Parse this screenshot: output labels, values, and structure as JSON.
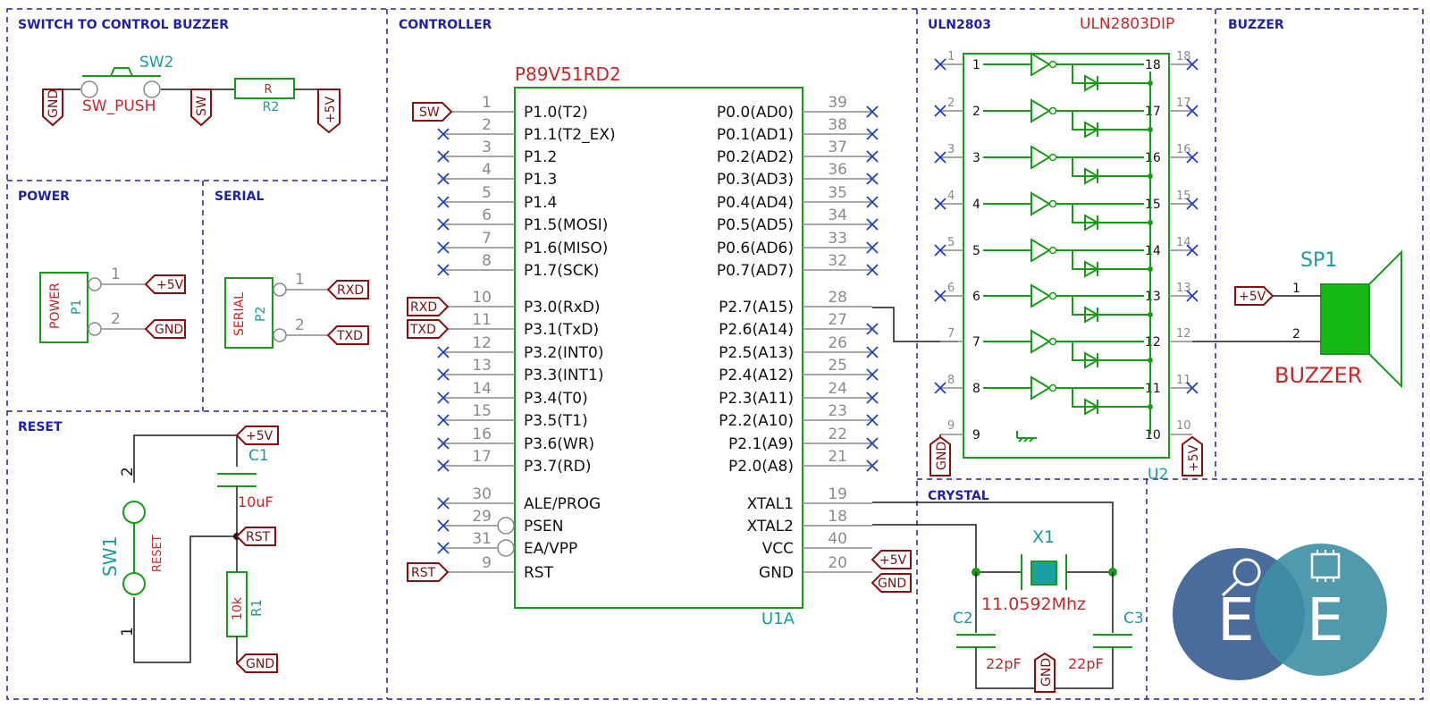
{
  "sections": {
    "switch": "SWITCH TO CONTROL BUZZER",
    "controller": "CONTROLLER",
    "uln": "ULN2803",
    "buzzer": "BUZZER",
    "power": "POWER",
    "serial": "SERIAL",
    "reset": "RESET",
    "crystal": "CRYSTAL"
  },
  "sw2": {
    "ref": "SW2",
    "value": "SW_PUSH"
  },
  "r2": {
    "value": "R",
    "ref": "R2"
  },
  "p1": {
    "value": "POWER",
    "ref": "P1",
    "pins": [
      "1",
      "2"
    ]
  },
  "p2": {
    "value": "SERIAL",
    "ref": "P2",
    "pins": [
      "1",
      "2"
    ]
  },
  "reset_block": {
    "c1_ref": "C1",
    "c1_value": "10uF",
    "r1_ref": "R1",
    "r1_value": "10k",
    "sw1_ref": "SW1",
    "sw1_value": "RESET",
    "pin2": "2",
    "pin1": "1"
  },
  "u1": {
    "part": "P89V51RD2",
    "ref": "U1A",
    "left_pins": [
      {
        "num": "1",
        "name": "P1.0(T2)"
      },
      {
        "num": "2",
        "name": "P1.1(T2_EX)"
      },
      {
        "num": "3",
        "name": "P1.2"
      },
      {
        "num": "4",
        "name": "P1.3"
      },
      {
        "num": "5",
        "name": "P1.4"
      },
      {
        "num": "6",
        "name": "P1.5(MOSI)"
      },
      {
        "num": "7",
        "name": "P1.6(MISO)"
      },
      {
        "num": "8",
        "name": "P1.7(SCK)"
      },
      {
        "num": "10",
        "name": "P3.0(RxD)"
      },
      {
        "num": "11",
        "name": "P3.1(TxD)"
      },
      {
        "num": "12",
        "name": "P3.2(INT0)"
      },
      {
        "num": "13",
        "name": "P3.3(INT1)"
      },
      {
        "num": "14",
        "name": "P3.4(T0)"
      },
      {
        "num": "15",
        "name": "P3.5(T1)"
      },
      {
        "num": "16",
        "name": "P3.6(WR)"
      },
      {
        "num": "17",
        "name": "P3.7(RD)"
      },
      {
        "num": "30",
        "name": "ALE/PROG"
      },
      {
        "num": "29",
        "name": "PSEN"
      },
      {
        "num": "31",
        "name": "EA/VPP"
      },
      {
        "num": "9",
        "name": "RST"
      }
    ],
    "right_pins": [
      {
        "num": "39",
        "name": "P0.0(AD0)"
      },
      {
        "num": "38",
        "name": "P0.1(AD1)"
      },
      {
        "num": "37",
        "name": "P0.2(AD2)"
      },
      {
        "num": "36",
        "name": "P0.3(AD3)"
      },
      {
        "num": "35",
        "name": "P0.4(AD4)"
      },
      {
        "num": "34",
        "name": "P0.5(AD5)"
      },
      {
        "num": "33",
        "name": "P0.6(AD6)"
      },
      {
        "num": "32",
        "name": "P0.7(AD7)"
      },
      {
        "num": "28",
        "name": "P2.7(A15)"
      },
      {
        "num": "27",
        "name": "P2.6(A14)"
      },
      {
        "num": "26",
        "name": "P2.5(A13)"
      },
      {
        "num": "25",
        "name": "P2.4(A12)"
      },
      {
        "num": "24",
        "name": "P2.3(A11)"
      },
      {
        "num": "23",
        "name": "P2.2(A10)"
      },
      {
        "num": "22",
        "name": "P2.1(A9)"
      },
      {
        "num": "21",
        "name": "P2.0(A8)"
      },
      {
        "num": "19",
        "name": "XTAL1"
      },
      {
        "num": "18",
        "name": "XTAL2"
      },
      {
        "num": "40",
        "name": "VCC"
      },
      {
        "num": "20",
        "name": "GND"
      }
    ]
  },
  "u2": {
    "part": "ULN2803DIP",
    "ref": "U2",
    "inputs": [
      "1",
      "2",
      "3",
      "4",
      "5",
      "6",
      "7",
      "8"
    ],
    "outputs": [
      "18",
      "17",
      "16",
      "15",
      "14",
      "13",
      "12",
      "11"
    ],
    "gnd_pin": "9",
    "com_pin": "10"
  },
  "sp1": {
    "ref": "SP1",
    "value": "BUZZER",
    "pins": [
      "1",
      "2"
    ]
  },
  "crystal": {
    "x1_ref": "X1",
    "x1_value": "11.0592Mhz",
    "c2_ref": "C2",
    "c2_value": "22pF",
    "c3_ref": "C3",
    "c3_value": "22pF"
  },
  "net_labels": {
    "vcc": "+5V",
    "gnd": "GND",
    "sw": "SW",
    "rxd": "RXD",
    "txd": "TXD",
    "rst": "RST"
  },
  "logo": {
    "letter_left": "E",
    "letter_right": "E",
    "color_left": "#3f6496",
    "color_right": "#3d8fa5"
  }
}
